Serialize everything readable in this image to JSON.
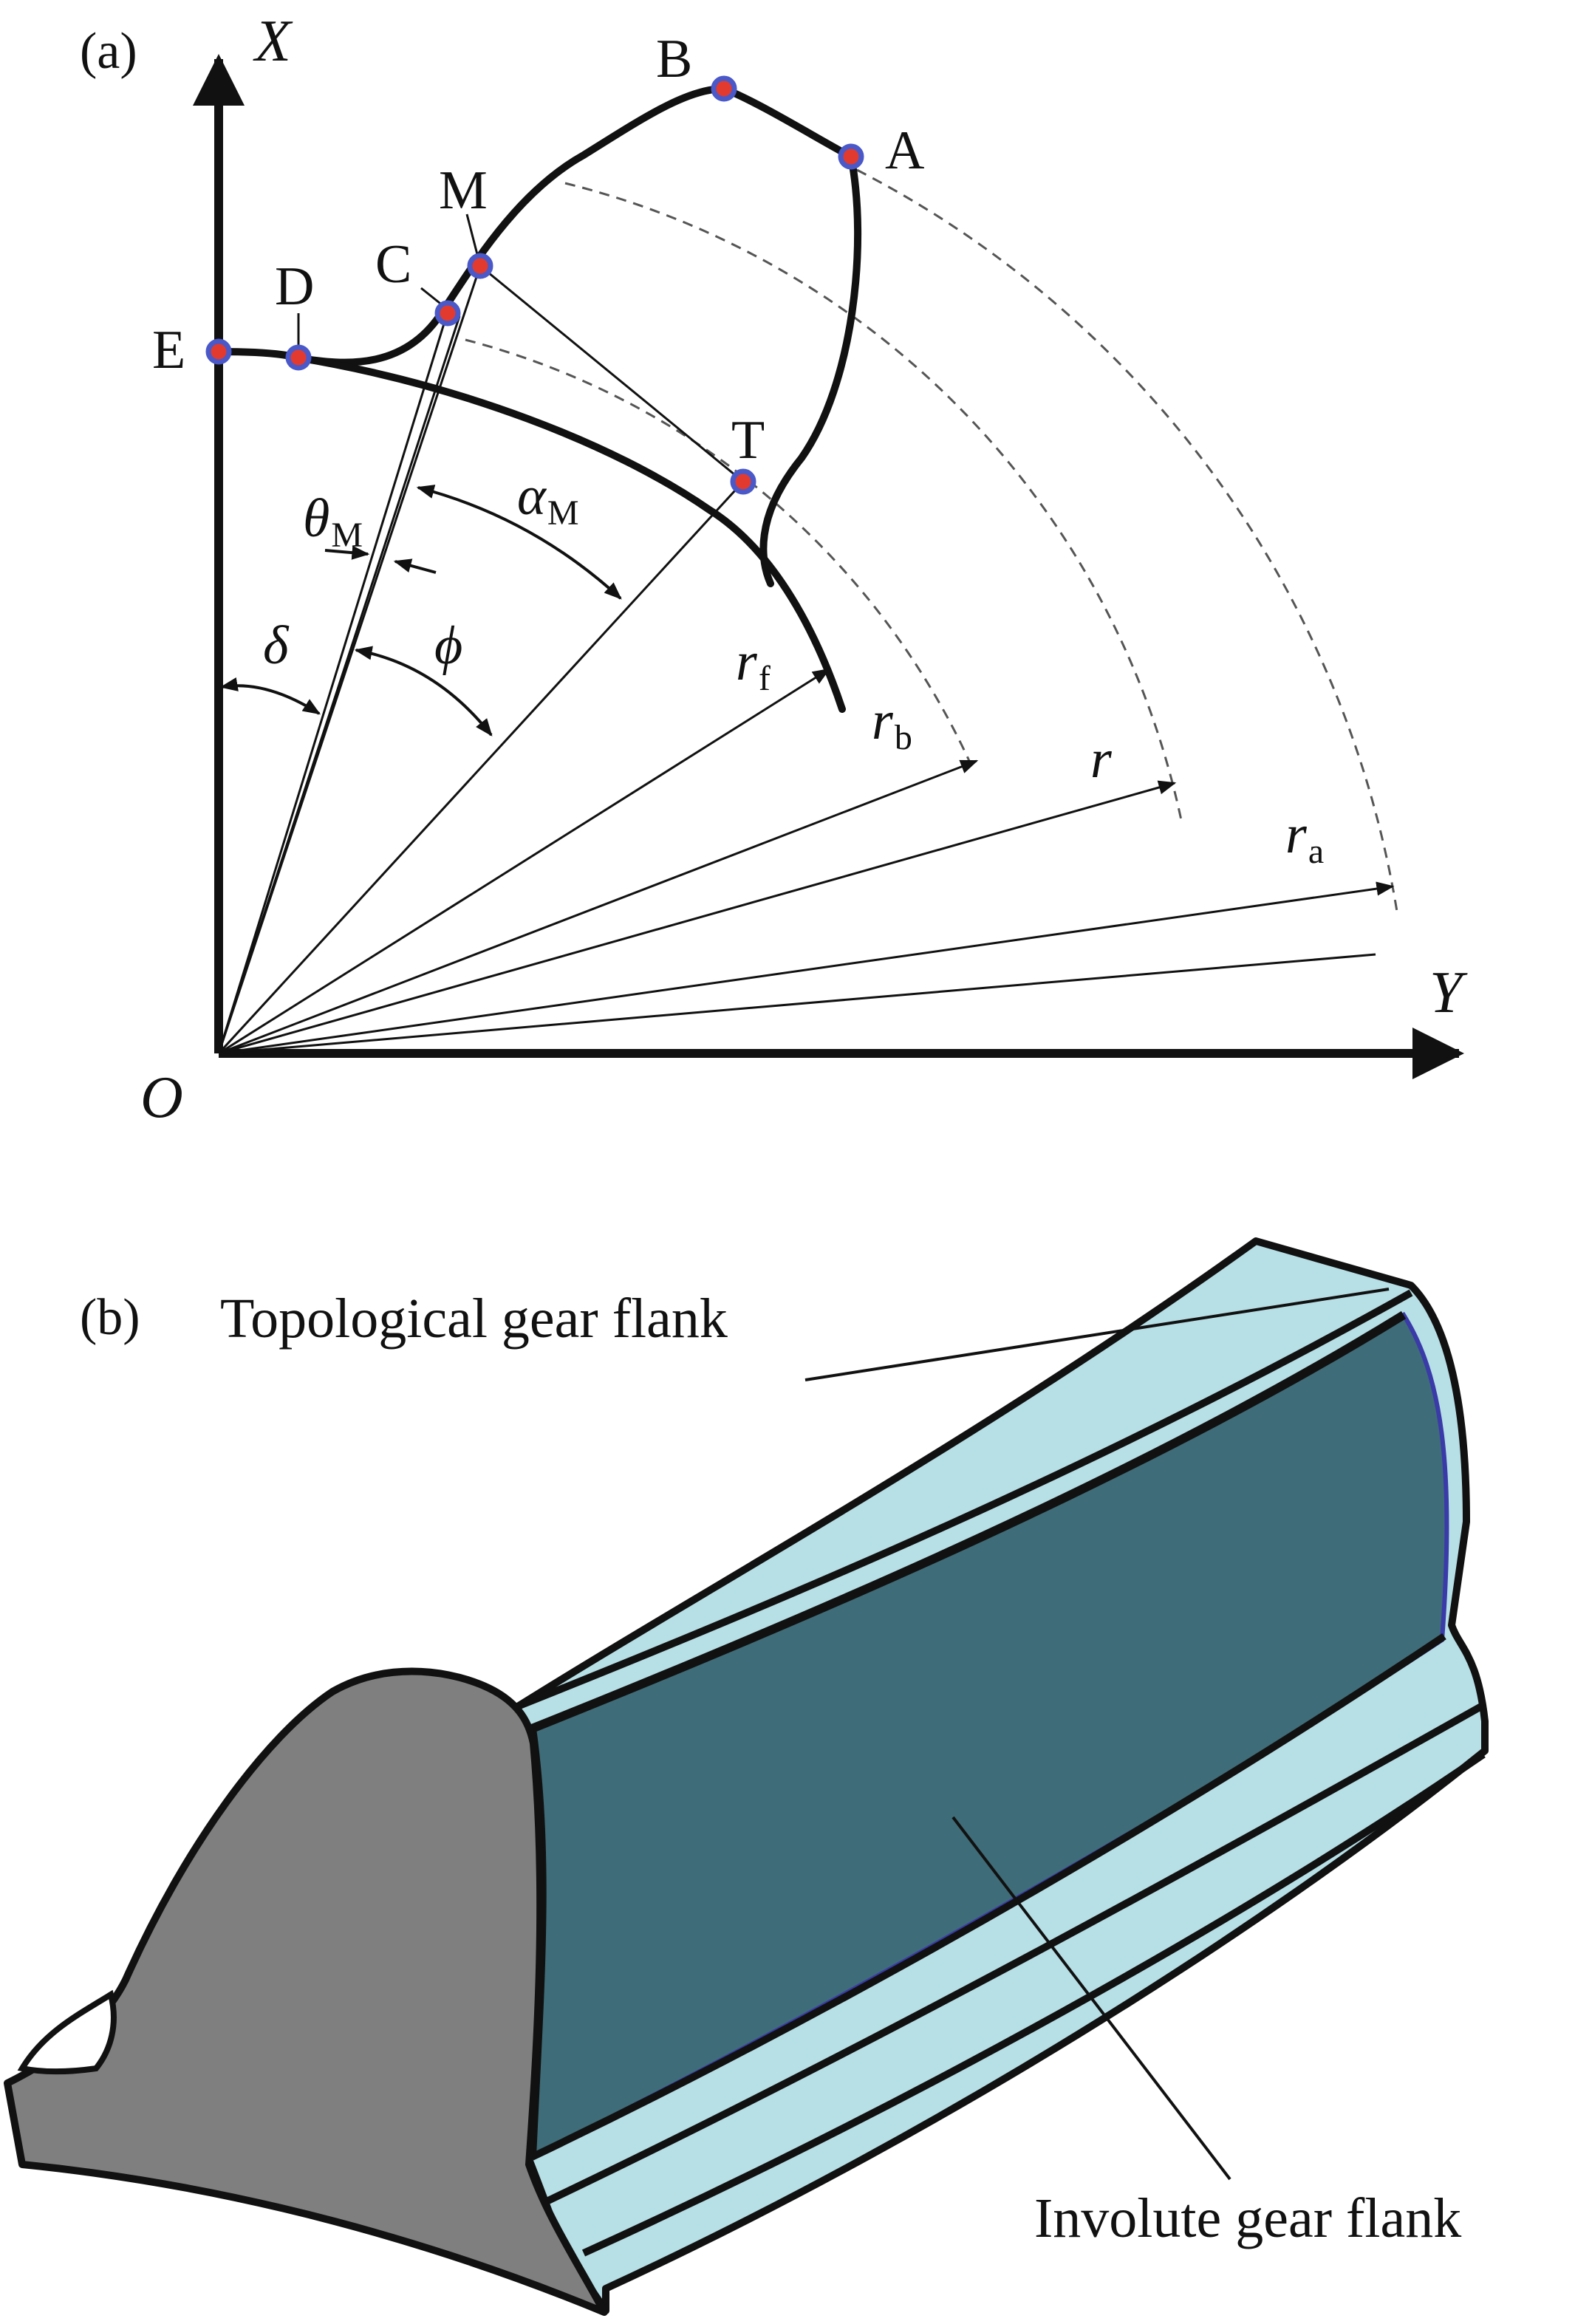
{
  "panel_a": {
    "tag": "(a)",
    "axes": {
      "x_label": "X",
      "y_label": "Y",
      "origin_label": "O"
    },
    "points": [
      "A",
      "B",
      "C",
      "D",
      "E",
      "M",
      "T"
    ],
    "angles": {
      "theta": "θ",
      "theta_sub": "M",
      "alpha": "α",
      "alpha_sub": "M",
      "delta": "δ",
      "phi": "ϕ"
    },
    "radii": {
      "rf": "r",
      "rf_sub": "f",
      "rb": "r",
      "rb_sub": "b",
      "r": "r",
      "ra": "r",
      "ra_sub": "a"
    }
  },
  "panel_b": {
    "tag": "(b)",
    "label_topological": "Topological gear flank",
    "label_involute": "Involute gear flank"
  },
  "colors": {
    "line": "#111111",
    "point_fill": "#e23a2e",
    "point_ring": "#4a58c8",
    "tooth_light": "#b6dfe6",
    "flank_dark": "#3e6c78",
    "flank_edge": "#3a3aa8",
    "end_face": "#7f7f7f"
  }
}
